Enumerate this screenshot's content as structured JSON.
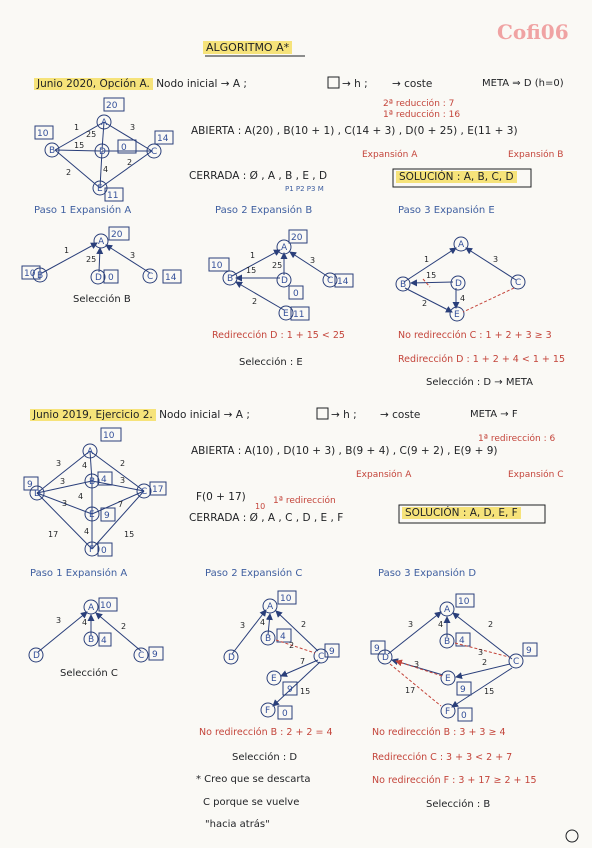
{
  "logo": "Cofi06",
  "title": "ALGORITMO A*",
  "s1": {
    "header": "Junio 2020, Opción A.",
    "header_rest": "Nodo inicial → A ;",
    "h_part": "→ h ;",
    "coste_part": "→ coste",
    "meta": "META ⇒ D (h=0)",
    "note_red1": "2ª reducción : 7",
    "note_red2": "1ª reducción : 16",
    "abierta_label": "ABIERTA :",
    "abierta_items": [
      "A(20)",
      "B(10 + 1)",
      "C(14 + 3)",
      "D(0 + 25)",
      "E(11 + 3)"
    ],
    "abierta_exp_a": "Expansión A",
    "abierta_exp_b": "Expansión B",
    "cerrada_label": "CERRADA :",
    "cerrada_value": "Ø , A , B , E , D",
    "cerrada_sub": "P1  P2  P3  M",
    "solution": "SOLUCIÓN : A, B, C, D",
    "step1": "Paso 1   Expansión A",
    "step2": "Paso 2   Expansión B",
    "step3": "Paso 3   Expansión E",
    "sel1": "Selección B",
    "sel2": "Selección : E",
    "sel3": "Selección : D → META",
    "redir1": "Redirección D : 1 + 15 < 25",
    "noredir1": "No redirección C : 1 + 2 + 3 ≥ 3",
    "redir2": "Redirección D : 1 + 2 + 4 < 1 + 15"
  },
  "s2": {
    "header": "Junio 2019, Ejercicio 2.",
    "header_rest": "Nodo inicial → A ;",
    "h_part": "→ h ;",
    "coste_part": "→ coste",
    "meta": "META → F",
    "note_red": "1ª redirección : 6",
    "abierta_label": "ABIERTA :",
    "abierta_items": [
      "A(10)",
      "D(10 + 3)",
      "B(9 + 4)",
      "C(9 + 2)",
      "E(9 + 9)"
    ],
    "abierta_exp_a": "Expansión A",
    "abierta_exp_c": "Expansión C",
    "f_item": "F(0 + 17)",
    "f_note": "1ª redirección",
    "f_note2": "10",
    "cerrada_label": "CERRADA :",
    "cerrada_value": "Ø , A , C , D , E , F",
    "solution": "SOLUCIÓN : A, D, E, F",
    "step1": "Paso 1   Expansión A",
    "step2": "Paso 2   Expansión C",
    "step3": "Paso 3   Expansión D",
    "sel1": "Selección C",
    "sel2": "Selección : D",
    "sel3": "Selección : B",
    "noredir_b1": "No redirección B : 2 + 2 = 4",
    "noredir_b2": "No redirección B : 3 + 3 ≥ 4",
    "redir_c": "Redirección C : 3 + 3 < 2 + 7",
    "noredir_f": "No redirección F : 3 + 17 ≥ 2 + 15",
    "note1": "* Creo que se descarta",
    "note2": "C porque se vuelve",
    "note3": "\"hacia atrás\""
  },
  "colors": {
    "ink": "#1f2124",
    "blue": "#3f5fa0",
    "red": "#c4453b",
    "highlight": "#f6e37a"
  }
}
